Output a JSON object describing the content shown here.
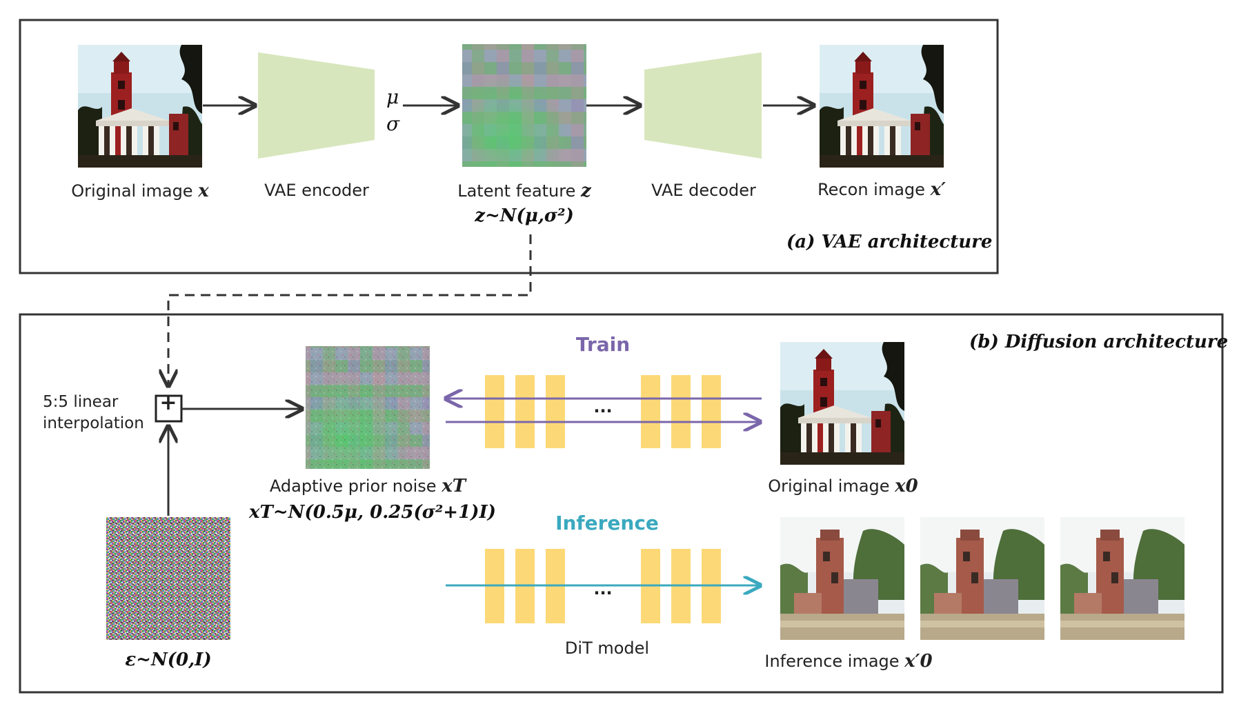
{
  "vae": {
    "title": "(a) VAE architecture",
    "original_label": "Original image",
    "original_var": "x",
    "encoder_label": "VAE encoder",
    "mu": "μ",
    "sigma": "σ",
    "latent_label": "Latent feature",
    "latent_var": "z",
    "latent_formula": "z~N(μ,σ²)",
    "decoder_label": "VAE decoder",
    "recon_label": "Recon image",
    "recon_var": "x′"
  },
  "diffusion": {
    "title": "(b) Diffusion architecture",
    "interp_line1": "5:5 linear",
    "interp_line2": "interpolation",
    "plus_symbol": "+",
    "prior_label": "Adaptive prior noise",
    "prior_var": "xT",
    "prior_formula": "xT~N(0.5μ, 0.25(σ²+1)I)",
    "noise_formula": "ε~N(0,I)",
    "train_label": "Train",
    "inference_label": "Inference",
    "ellipsis_train": "...",
    "ellipsis_infer": "...",
    "dit_label": "DiT model",
    "original_label": "Original image",
    "original_var": "x0",
    "inference_img_label": "Inference image",
    "inference_var": "x′0"
  },
  "colors": {
    "train": "#7a66aa",
    "inference": "#3aa9bf",
    "block": "#fcd976",
    "trapezoid": "#d8e6bd"
  }
}
